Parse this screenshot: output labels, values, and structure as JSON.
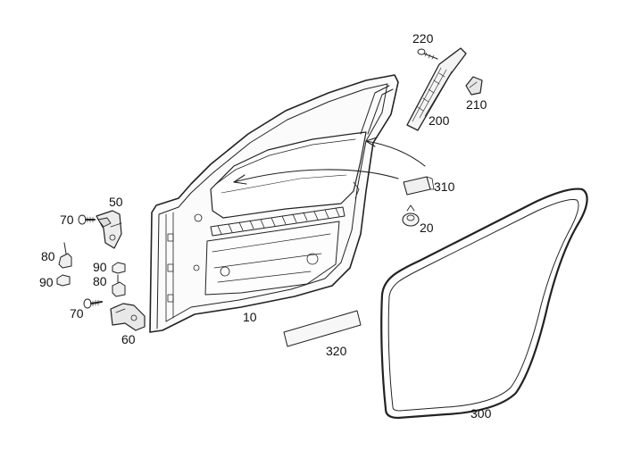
{
  "diagram": {
    "title": "Front door parts exploded view",
    "callouts": {
      "door": "10",
      "grommet": "20",
      "upper_hinge": "50",
      "lower_hinge": "60",
      "bolt_upper": "70",
      "bolt_lower": "70",
      "hinge_pin_left": "80",
      "hinge_pin_center": "80",
      "nut_left": "90",
      "nut_center": "90",
      "window_trim": "200",
      "trim_clip": "210",
      "trim_screw": "220",
      "door_seal": "300",
      "foam_pad": "310",
      "sound_pad": "320"
    }
  }
}
